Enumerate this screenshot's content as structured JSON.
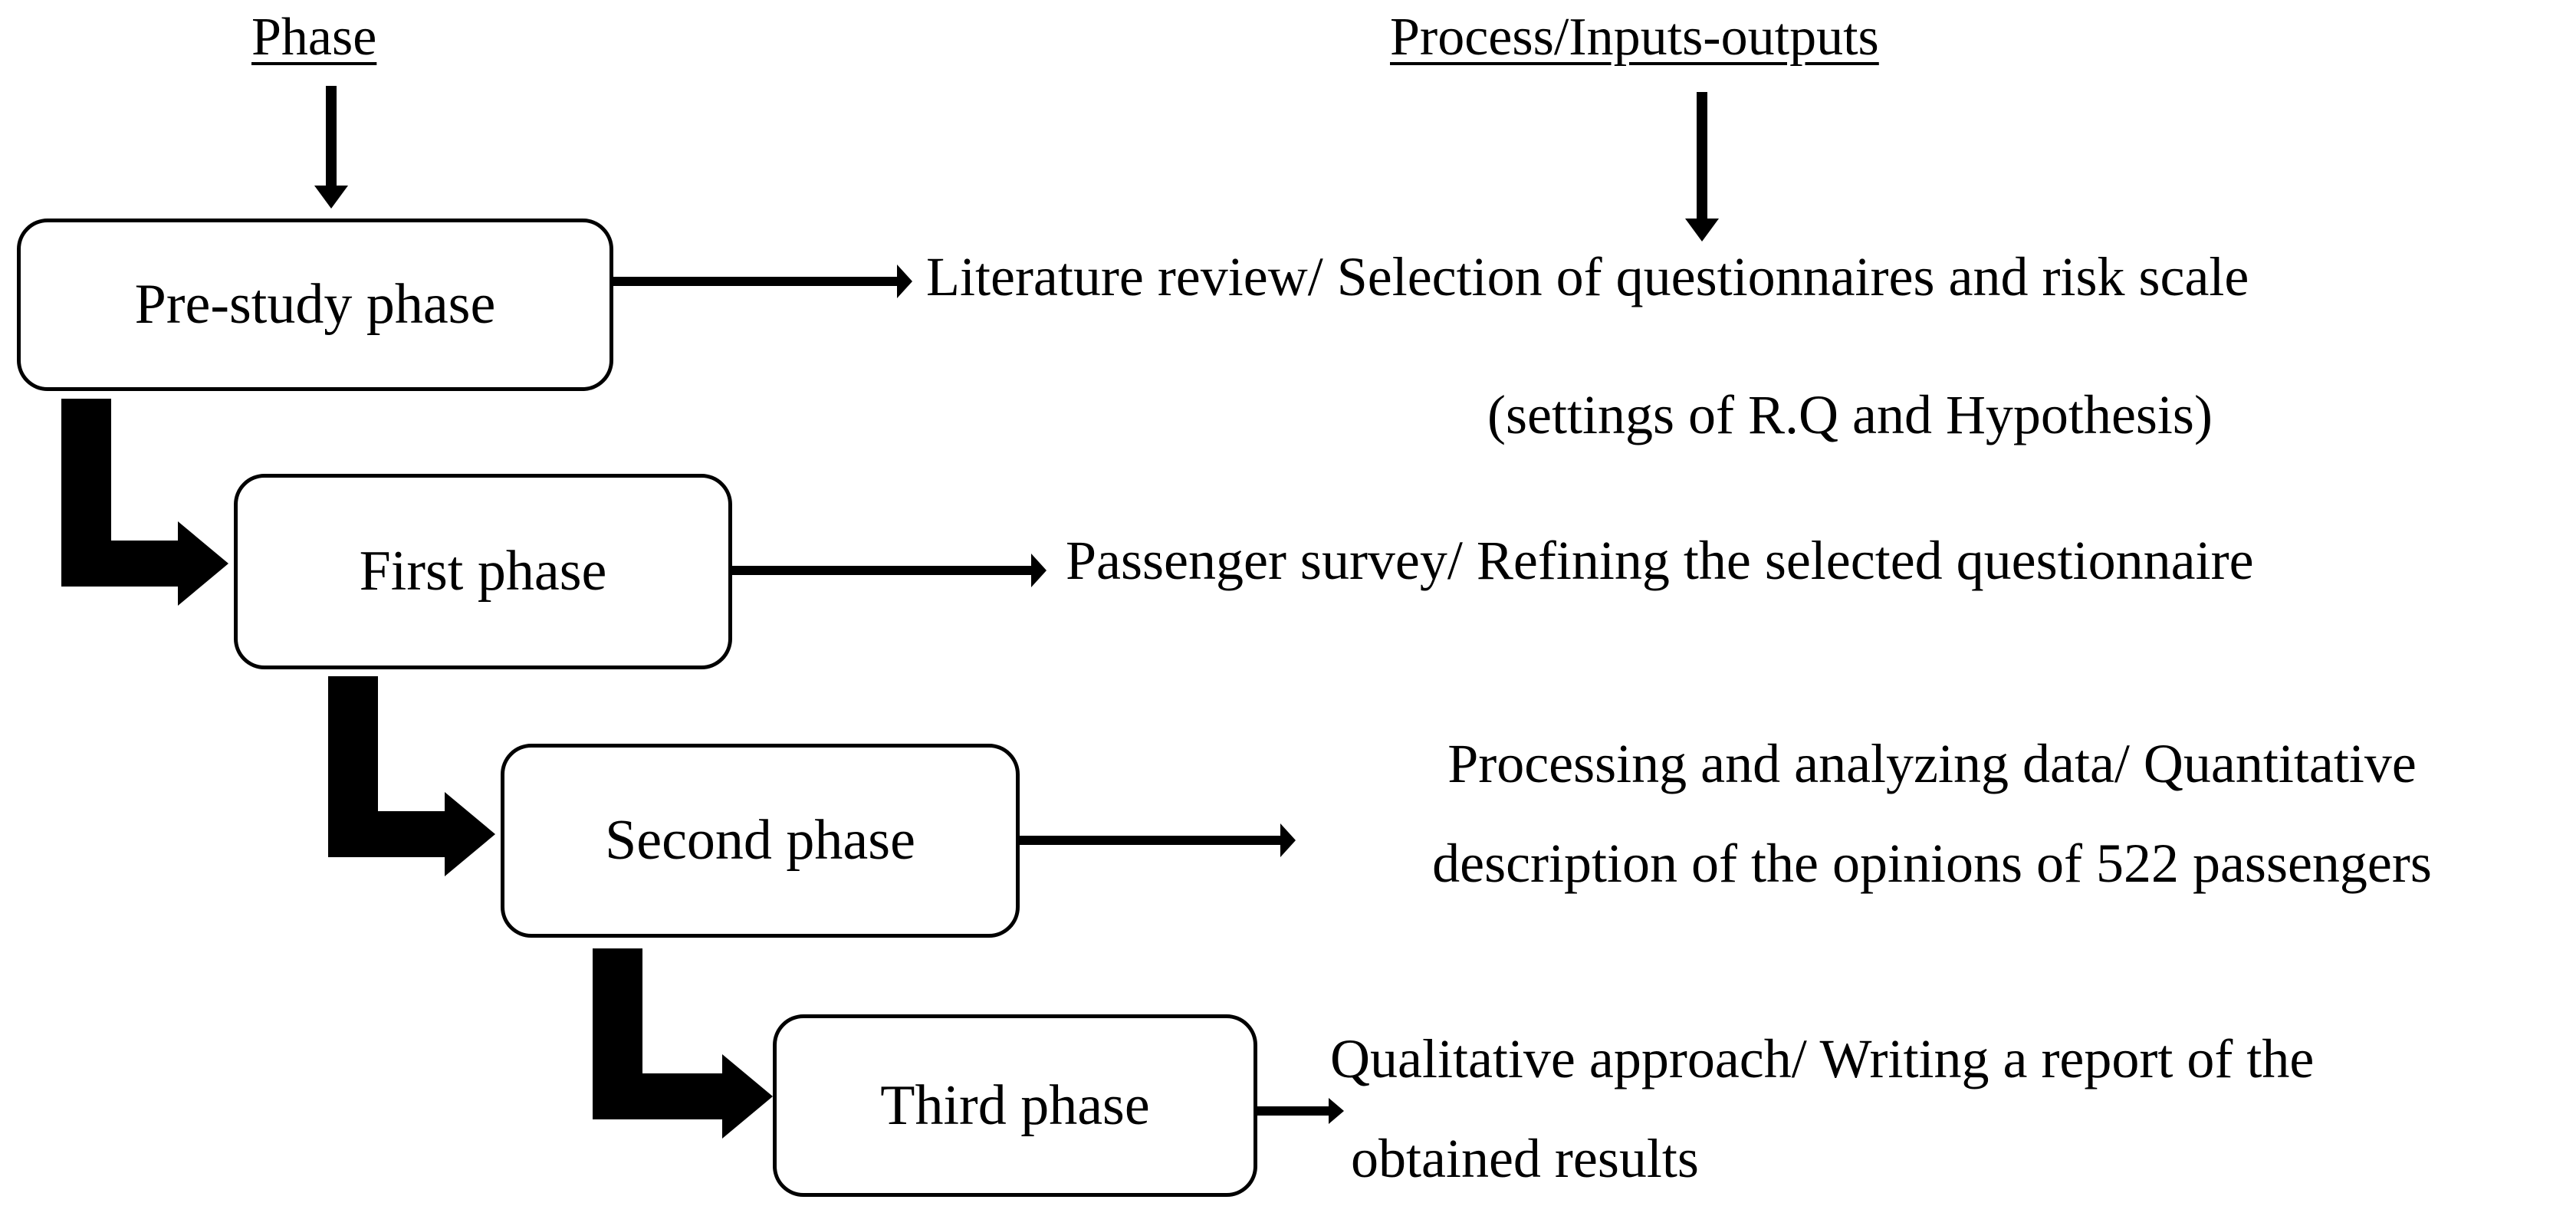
{
  "headers": {
    "phase": "Phase",
    "process": "Process/Inputs-outputs"
  },
  "phases": [
    {
      "label": "Pre-study phase",
      "description_lines": [
        "Literature review/ Selection of questionnaires and risk scale",
        "(settings of R.Q and Hypothesis)"
      ]
    },
    {
      "label": "First phase",
      "description_lines": [
        "Passenger survey/ Refining the selected questionnaire"
      ]
    },
    {
      "label": "Second phase",
      "description_lines": [
        "Processing and analyzing data/ Quantitative",
        "description of the opinions of 522 passengers"
      ]
    },
    {
      "label": "Third phase",
      "description_lines": [
        "Qualitative approach/ Writing a report of the",
        "obtained results"
      ]
    }
  ]
}
